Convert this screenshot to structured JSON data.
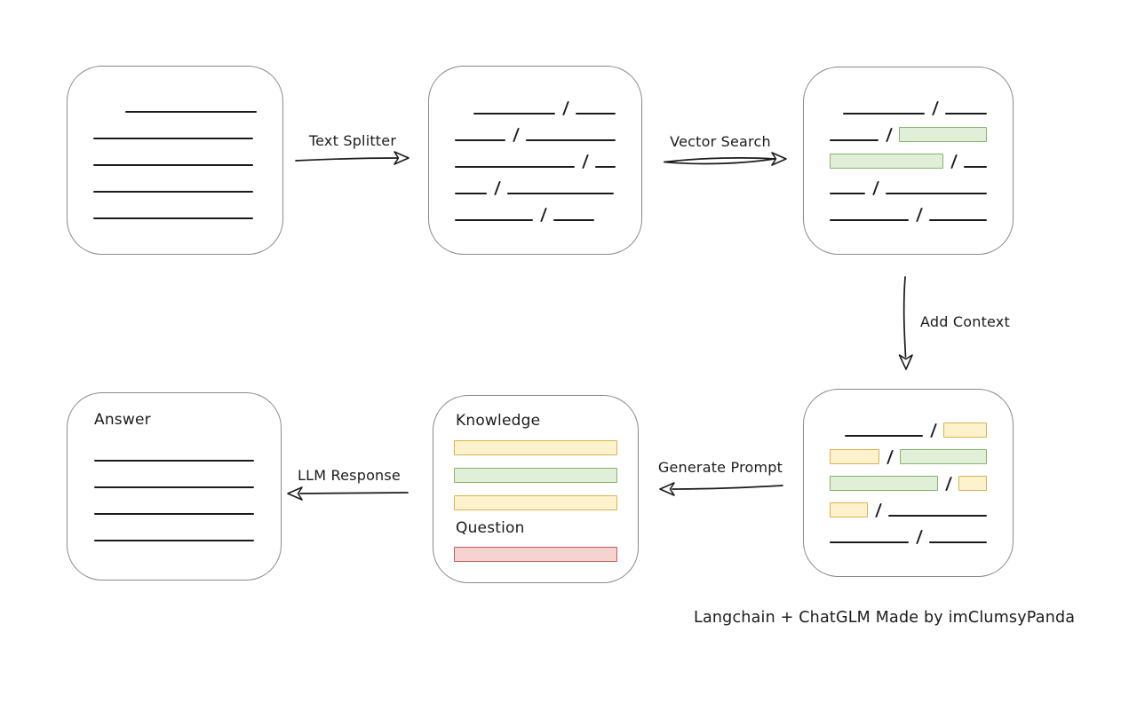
{
  "diagram": {
    "caption": "Langchain + ChatGLM Made by imClumsyPanda",
    "colors": {
      "ink": "#1b1b1b",
      "box_border": "#8a8a8a",
      "green_fill": "#e1efd9",
      "green_stroke": "#84b56a",
      "yellow_fill": "#fdf2cb",
      "yellow_stroke": "#dcb14e",
      "red_fill": "#f6d3d0",
      "red_stroke": "#c05f5a"
    },
    "arrows": {
      "text_splitter": {
        "label": "Text Splitter",
        "direction": "right"
      },
      "vector_search": {
        "label": "Vector Search",
        "direction": "right"
      },
      "add_context": {
        "label": "Add Context",
        "direction": "down"
      },
      "generate_prompt": {
        "label": "Generate Prompt",
        "direction": "left"
      },
      "llm_response": {
        "label": "LLM Response",
        "direction": "left"
      }
    },
    "boxes": {
      "source_document": {
        "rows": [
          {
            "align": "right",
            "segs": [
              {
                "t": "line",
                "w": 148
              }
            ]
          },
          {
            "segs": [
              {
                "t": "line",
                "w": 180
              }
            ]
          },
          {
            "segs": [
              {
                "t": "line",
                "w": 180
              }
            ]
          },
          {
            "segs": [
              {
                "t": "line",
                "w": 180
              }
            ]
          },
          {
            "segs": [
              {
                "t": "line",
                "w": 180
              }
            ]
          }
        ]
      },
      "split_chunks": {
        "rows": [
          {
            "align": "right",
            "segs": [
              {
                "t": "line",
                "w": 92
              },
              {
                "t": "slash"
              },
              {
                "t": "line",
                "w": 45
              }
            ]
          },
          {
            "segs": [
              {
                "t": "line",
                "w": 58
              },
              {
                "t": "slash"
              },
              {
                "t": "line",
                "w": 103
              }
            ]
          },
          {
            "segs": [
              {
                "t": "line",
                "w": 142
              },
              {
                "t": "slash"
              },
              {
                "t": "line",
                "w": 24
              }
            ]
          },
          {
            "segs": [
              {
                "t": "line",
                "w": 36
              },
              {
                "t": "slash"
              },
              {
                "t": "line",
                "w": 120
              }
            ]
          },
          {
            "segs": [
              {
                "t": "line",
                "w": 88
              },
              {
                "t": "slash"
              },
              {
                "t": "line",
                "w": 46
              }
            ]
          }
        ]
      },
      "vector_results": {
        "rows": [
          {
            "align": "right",
            "segs": [
              {
                "t": "line",
                "w": 92
              },
              {
                "t": "slash"
              },
              {
                "t": "line",
                "w": 47
              }
            ]
          },
          {
            "segs": [
              {
                "t": "line",
                "w": 60
              },
              {
                "t": "slash"
              },
              {
                "t": "chunk",
                "c": "green",
                "w": 107
              }
            ]
          },
          {
            "segs": [
              {
                "t": "chunk",
                "c": "green",
                "w": 138
              },
              {
                "t": "slash"
              },
              {
                "t": "line",
                "w": 28
              }
            ]
          },
          {
            "segs": [
              {
                "t": "line",
                "w": 43
              },
              {
                "t": "slash"
              },
              {
                "t": "line",
                "w": 124
              }
            ]
          },
          {
            "segs": [
              {
                "t": "line",
                "w": 92
              },
              {
                "t": "slash"
              },
              {
                "t": "line",
                "w": 67
              }
            ]
          }
        ]
      },
      "context_chunks": {
        "rows": [
          {
            "align": "right",
            "segs": [
              {
                "t": "line",
                "w": 88
              },
              {
                "t": "slash"
              },
              {
                "t": "chunk",
                "c": "yellow",
                "w": 47
              }
            ]
          },
          {
            "segs": [
              {
                "t": "chunk",
                "c": "yellow",
                "w": 60
              },
              {
                "t": "slash"
              },
              {
                "t": "chunk",
                "c": "green",
                "w": 107
              }
            ]
          },
          {
            "segs": [
              {
                "t": "chunk",
                "c": "green",
                "w": 138
              },
              {
                "t": "slash"
              },
              {
                "t": "chunk",
                "c": "yellow",
                "w": 34
              }
            ]
          },
          {
            "segs": [
              {
                "t": "chunk",
                "c": "yellow",
                "w": 45
              },
              {
                "t": "slash"
              },
              {
                "t": "line",
                "w": 121
              }
            ]
          },
          {
            "segs": [
              {
                "t": "line",
                "w": 91
              },
              {
                "t": "slash"
              },
              {
                "t": "line",
                "w": 67
              }
            ]
          }
        ]
      },
      "prompt": {
        "knowledge_label": "Knowledge",
        "question_label": "Question",
        "knowledge_bars": [
          {
            "color": "yellow",
            "w": 182
          },
          {
            "color": "green",
            "w": 182
          },
          {
            "color": "yellow",
            "w": 182
          }
        ],
        "question_bars": [
          {
            "color": "red",
            "w": 182
          }
        ]
      },
      "answer": {
        "label": "Answer",
        "rows": [
          {
            "segs": [
              {
                "t": "line",
                "w": 180
              }
            ]
          },
          {
            "segs": [
              {
                "t": "line",
                "w": 180
              }
            ]
          },
          {
            "segs": [
              {
                "t": "line",
                "w": 180
              }
            ]
          },
          {
            "segs": [
              {
                "t": "line",
                "w": 180
              }
            ]
          }
        ]
      }
    }
  }
}
